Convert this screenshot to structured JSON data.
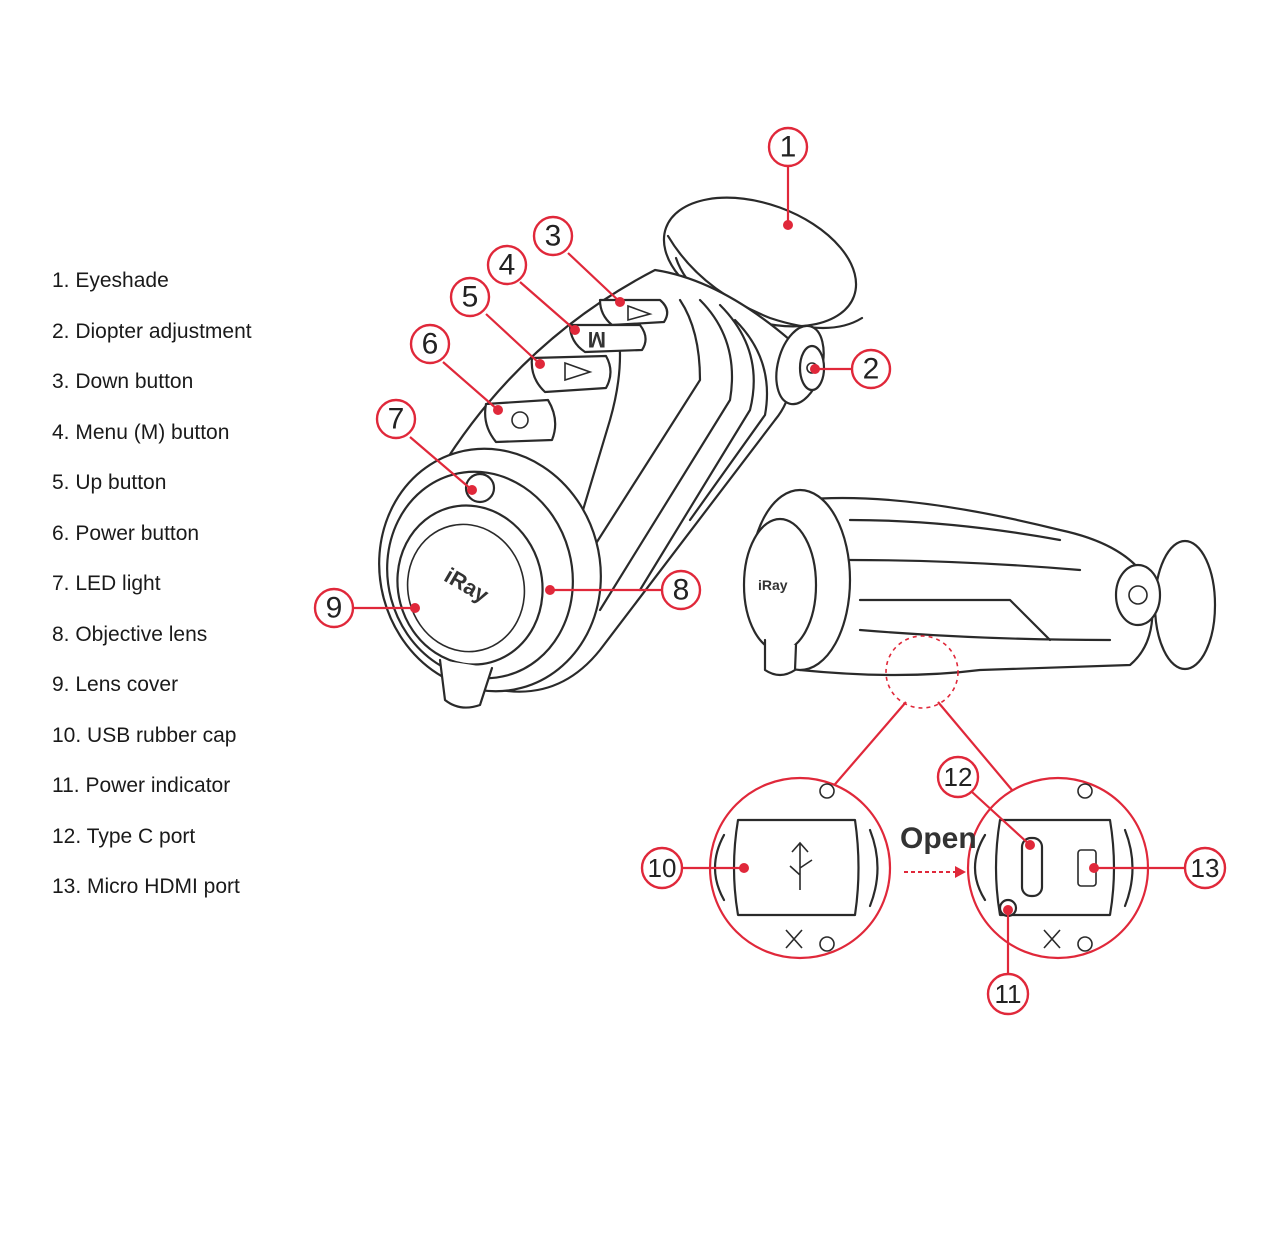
{
  "legend": [
    "1. Eyeshade",
    "2. Diopter adjustment",
    "3. Down button",
    "4. Menu (M) button",
    "5. Up button",
    "6. Power button",
    "7. LED light",
    "8. Objective lens",
    "9. Lens cover",
    "10. USB rubber cap",
    "11. Power indicator",
    "12. Type C port",
    "13. Micro HDMI port"
  ],
  "callouts": [
    "1",
    "2",
    "3",
    "4",
    "5",
    "6",
    "7",
    "8",
    "9",
    "10",
    "11",
    "12",
    "13"
  ],
  "open_label": "Open",
  "brand_text": "iRay",
  "menu_button_glyph": "M",
  "colors": {
    "accent": "#e0283a",
    "line": "#2a2a2a"
  }
}
